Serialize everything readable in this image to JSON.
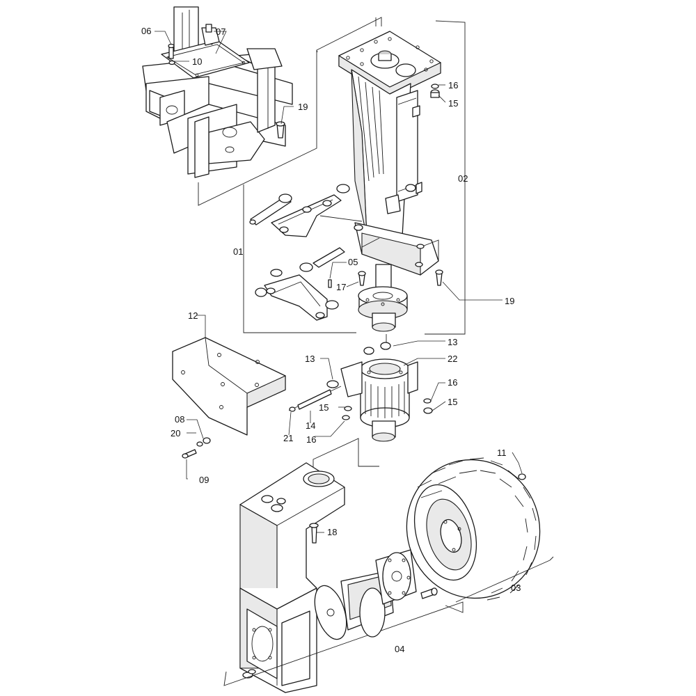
{
  "callouts": [
    {
      "id": "c01",
      "label": "01"
    },
    {
      "id": "c02",
      "label": "02"
    },
    {
      "id": "c03",
      "label": "03"
    },
    {
      "id": "c04",
      "label": "04"
    },
    {
      "id": "c05",
      "label": "05"
    },
    {
      "id": "c06",
      "label": "06"
    },
    {
      "id": "c07",
      "label": "07"
    },
    {
      "id": "c08",
      "label": "08"
    },
    {
      "id": "c09",
      "label": "09"
    },
    {
      "id": "c10",
      "label": "10"
    },
    {
      "id": "c11",
      "label": "11"
    },
    {
      "id": "c12",
      "label": "12"
    },
    {
      "id": "c13a",
      "label": "13"
    },
    {
      "id": "c13b",
      "label": "13"
    },
    {
      "id": "c14",
      "label": "14"
    },
    {
      "id": "c15a",
      "label": "15"
    },
    {
      "id": "c15b",
      "label": "15"
    },
    {
      "id": "c15c",
      "label": "15"
    },
    {
      "id": "c16a",
      "label": "16"
    },
    {
      "id": "c16b",
      "label": "16"
    },
    {
      "id": "c16c",
      "label": "16"
    },
    {
      "id": "c17",
      "label": "17"
    },
    {
      "id": "c18",
      "label": "18"
    },
    {
      "id": "c19a",
      "label": "19"
    },
    {
      "id": "c19b",
      "label": "19"
    },
    {
      "id": "c20",
      "label": "20"
    },
    {
      "id": "c21",
      "label": "21"
    },
    {
      "id": "c22",
      "label": "22"
    }
  ]
}
